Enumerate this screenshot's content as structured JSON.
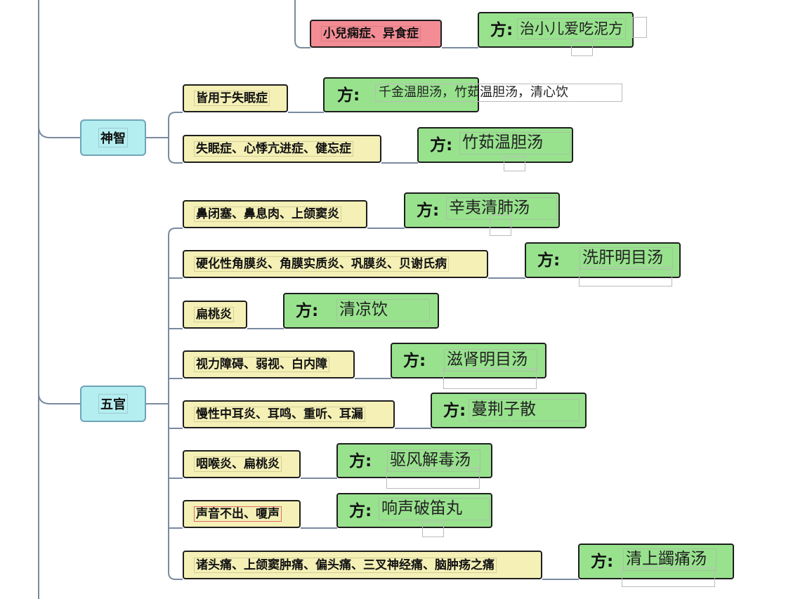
{
  "colors": {
    "category_fill": "#b4eef0",
    "symptom_fill": "#f4f0b6",
    "symptom_highlight_fill": "#f38c94",
    "remedy_fill": "#98e28e",
    "connector": "#7a8aa0"
  },
  "remedy_label": "方",
  "top_section": {
    "symptom": "小兒痫症、异食症",
    "remedy": "治小儿爱吃泥方"
  },
  "categories": [
    {
      "name": "神智",
      "branches": [
        {
          "symptom": "皆用于失眠症",
          "remedy": "千金温胆汤，竹茹温胆汤，清心饮"
        },
        {
          "symptom": "失眠症、心悸亢进症、健忘症",
          "remedy": "竹茹温胆汤"
        }
      ]
    },
    {
      "name": "五官",
      "branches": [
        {
          "symptom": "鼻闭塞、鼻息肉、上颌窦炎",
          "remedy": "辛夷清肺汤"
        },
        {
          "symptom": "硬化性角膜炎、角膜实质炎、巩膜炎、贝谢氏病",
          "remedy": "洗肝明目汤"
        },
        {
          "symptom": "扁桃炎",
          "remedy": "清凉饮"
        },
        {
          "symptom": "视力障碍、弱视、白内障",
          "remedy": "滋肾明目汤"
        },
        {
          "symptom": "慢性中耳炎、耳鸣、重听、耳漏",
          "remedy": "蔓荆子散"
        },
        {
          "symptom": "咽喉炎、扁桃炎",
          "remedy": "驱风解毒汤"
        },
        {
          "symptom": "声音不出、嗄声",
          "remedy": "响声破笛丸"
        },
        {
          "symptom": "诸头痛、上颌窦肿痛、偏头痛、三叉神经痛、脑肿疡之痛",
          "remedy": "清上蠲痛汤"
        }
      ]
    }
  ]
}
